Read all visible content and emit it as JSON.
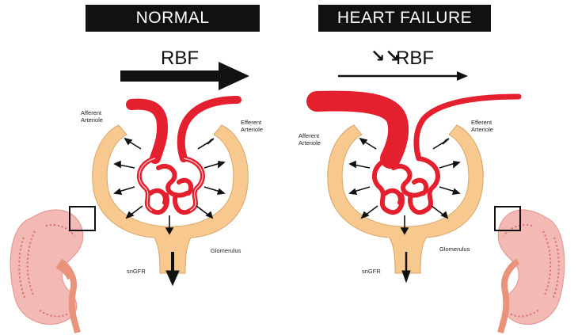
{
  "panels": {
    "normal": {
      "title": "NORMAL",
      "rbf_label": "RBF",
      "afferent": "Afferent\nArteriole",
      "efferent": "Efferent\nArteriole",
      "glomerulus": "Glomerulus",
      "sngfr": "snGFR"
    },
    "heart_failure": {
      "title": "HEART FAILURE",
      "reduction_marker": "↘↘",
      "rbf_label": "RBF",
      "afferent": "Afferent\nArteriole",
      "efferent": "Efferent\nArteriole",
      "glomerulus": "Glomerulus",
      "sngfr": "snGFR"
    }
  },
  "colors": {
    "capsule": "#f7c98f",
    "vessel": "#e5202e",
    "kidney": "#f2b9b5",
    "kidney_dots": "#d96b6b",
    "ureter": "#e8937a",
    "arrows": "#111111"
  }
}
